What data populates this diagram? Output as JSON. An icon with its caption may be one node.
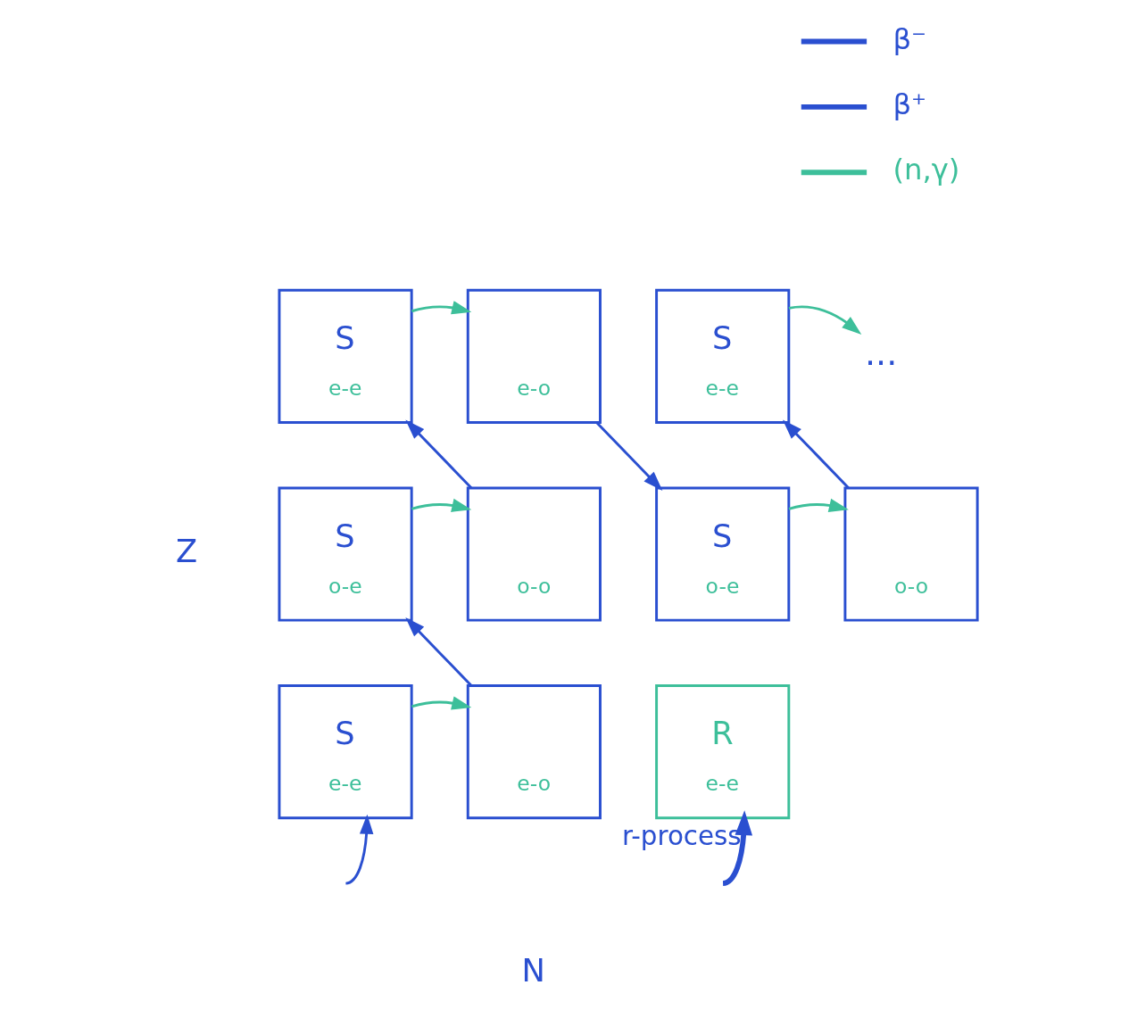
{
  "diagram": {
    "nodes": [
      {
        "text": [
          "S",
          "e-e"
        ]
      },
      {
        "text": [
          "e-o"
        ]
      },
      {
        "text": [
          "S",
          "e-e"
        ]
      },
      {
        "text": [
          "..."
        ]
      },
      {
        "text": [
          "S",
          "o-e"
        ]
      },
      {
        "text": [
          "o-o"
        ]
      },
      {
        "text": [
          "S",
          "o-e"
        ]
      },
      {
        "text": [
          "o-o"
        ]
      },
      {
        "text": [
          "S",
          "e-e"
        ]
      },
      {
        "text": [
          "e-o"
        ]
      },
      {
        "text": [
          "R",
          "e-e"
        ]
      }
    ],
    "edges": [
      {
        "from": 0,
        "to": 1,
        "arrow": "to",
        "color": "#3dbf9a"
      },
      {
        "from": 2,
        "to": 3,
        "arrow": "to",
        "color": "#3dbf9a"
      },
      {
        "from": 5,
        "to": 0,
        "arrow": "to"
      },
      {
        "from": 1,
        "to": 6,
        "arrow": "to"
      },
      {
        "from": 7,
        "to": 2,
        "arrow": "to"
      },
      {
        "from": 4,
        "to": 5,
        "arrow": "to",
        "color": "#3dbf9a"
      },
      {
        "from": 6,
        "to": 7,
        "arrow": "to",
        "color": "#3dbf9a"
      },
      {
        "from": 9,
        "to": 4,
        "arrow": "to"
      },
      {
        "from": 8,
        "to": 9,
        "arrow": "to",
        "color": "#3dbf9a"
      },
      {
        "from": null,
        "to": 8,
        "arrow": "to"
      },
      {
        "from": null,
        "to": 10,
        "arrow": "to",
        "label": "r-process",
        "style": "thick"
      }
    ],
    "labels": [
      "Z",
      "N"
    ],
    "legend": [
      {
        "text": "β⁻"
      },
      {
        "text": "β⁺"
      },
      {
        "text": "(n,γ)"
      }
    ]
  }
}
